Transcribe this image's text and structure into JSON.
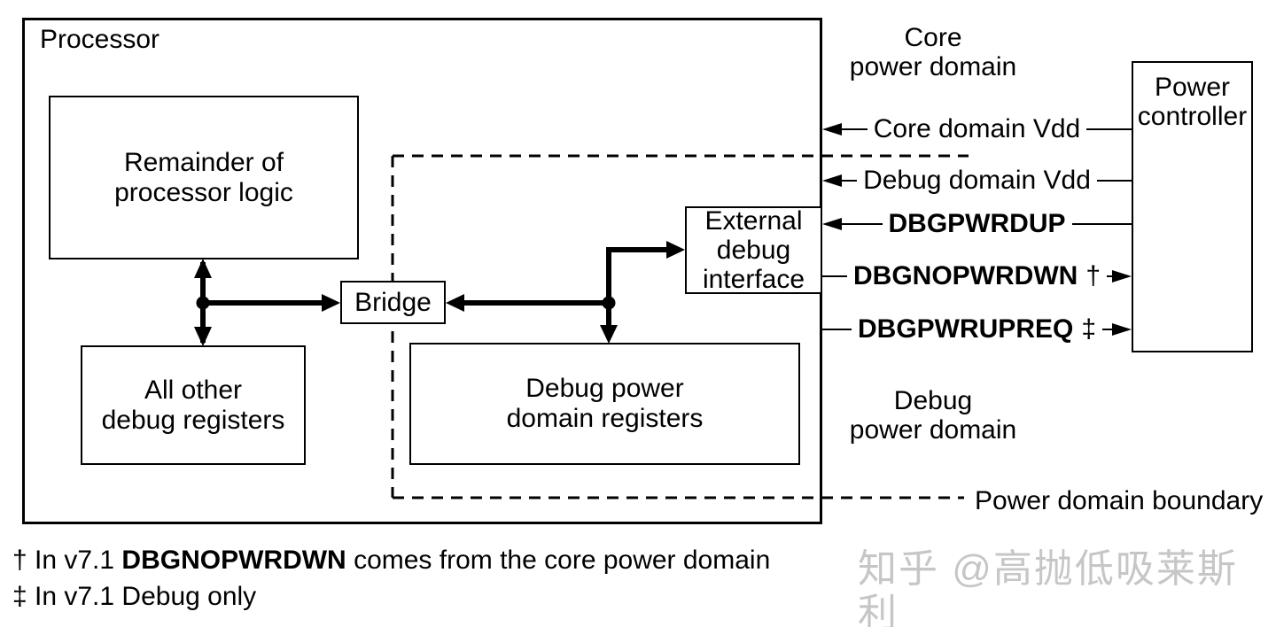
{
  "diagram": {
    "processor": {
      "label": "Processor"
    },
    "boxes": {
      "remainder": {
        "label": "Remainder of\nprocessor logic"
      },
      "all_other_debug": {
        "label": "All other\ndebug registers"
      },
      "bridge": {
        "label": "Bridge"
      },
      "debug_power_registers": {
        "label": "Debug power\ndomain registers"
      },
      "external_debug_interface": {
        "label": "External\ndebug\ninterface"
      },
      "power_controller": {
        "label": "Power\ncontroller"
      }
    },
    "domain_labels": {
      "core": {
        "label": "Core\npower domain"
      },
      "debug": {
        "label": "Debug\npower domain"
      }
    },
    "signals": [
      {
        "name": "Core domain Vdd",
        "suffix": "",
        "bold": false,
        "direction": "to-processor"
      },
      {
        "name": "Debug domain Vdd",
        "suffix": "",
        "bold": false,
        "direction": "to-processor"
      },
      {
        "name": "DBGPWRDUP",
        "suffix": "",
        "bold": true,
        "direction": "to-processor"
      },
      {
        "name": "DBGNOPWRDWN",
        "suffix": "†",
        "bold": true,
        "direction": "to-controller"
      },
      {
        "name": "DBGPWRUPREQ",
        "suffix": "‡",
        "bold": true,
        "direction": "to-controller"
      }
    ],
    "boundary": {
      "label": "Power domain boundary"
    },
    "footnotes": [
      {
        "prefix": "† In v7.1 ",
        "term": "DBGNOPWRDWN",
        "suffix": " comes from the core power domain"
      },
      {
        "prefix": "‡ In v7.1 Debug only",
        "term": "",
        "suffix": ""
      }
    ],
    "watermark": {
      "text": "知乎 @高抛低吸莱斯利"
    },
    "colors": {
      "ink": "#000000",
      "background": "#ffffff",
      "watermark": "#c6c6c6"
    }
  }
}
